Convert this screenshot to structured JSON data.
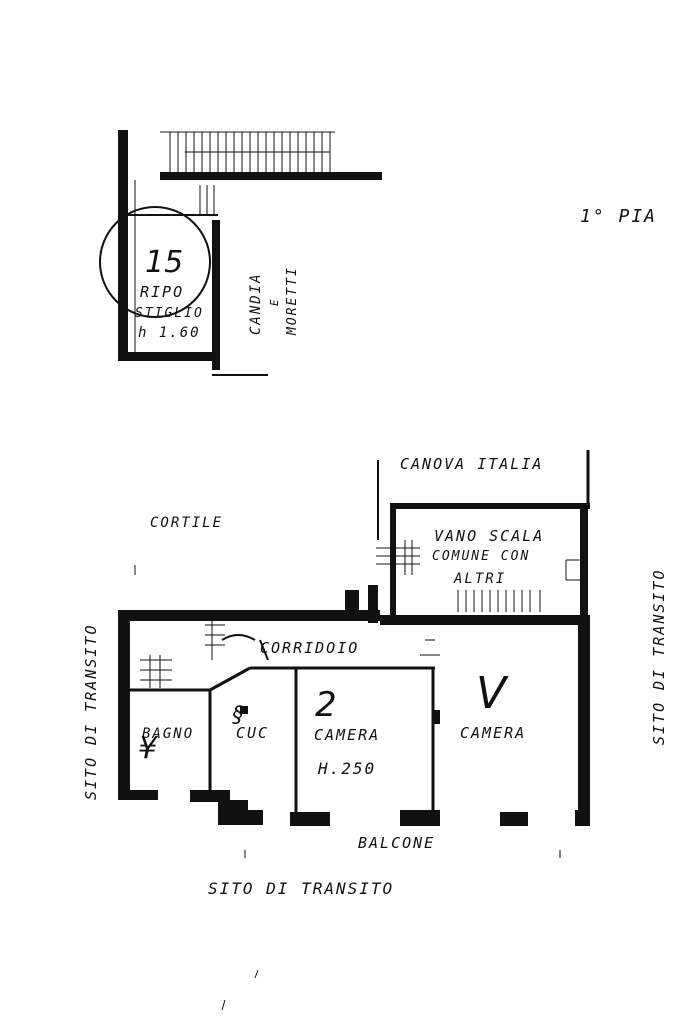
{
  "floor_label": "1° PIA",
  "storage": {
    "mark": "15",
    "name_line1": "RIPO",
    "name_line2": "STIGLIO",
    "height": "h 1.60"
  },
  "neighbor_top": {
    "line1": "CANDIA",
    "line2": "E",
    "line3": "MORETTI"
  },
  "neighbor_right_top": "CANOVA ITALIA",
  "courtyard": "CORTILE",
  "stairwell": {
    "line1": "VANO SCALA",
    "line2": "COMUNE CON",
    "line3": "ALTRI"
  },
  "corridor": "CORRIDOIO",
  "rooms": {
    "bath": "BAGNO",
    "kitchen": "CUC",
    "camera_left": "CAMERA",
    "camera_left_height": "H.250",
    "camera_left_mark": "2",
    "camera_right": "CAMERA",
    "camera_right_mark": "V"
  },
  "balcony": "BALCONE",
  "transit_left": "SITO DI TRANSITO",
  "transit_right": "SITO DI TRANSITO",
  "transit_bottom": "SITO DI TRANSITO"
}
